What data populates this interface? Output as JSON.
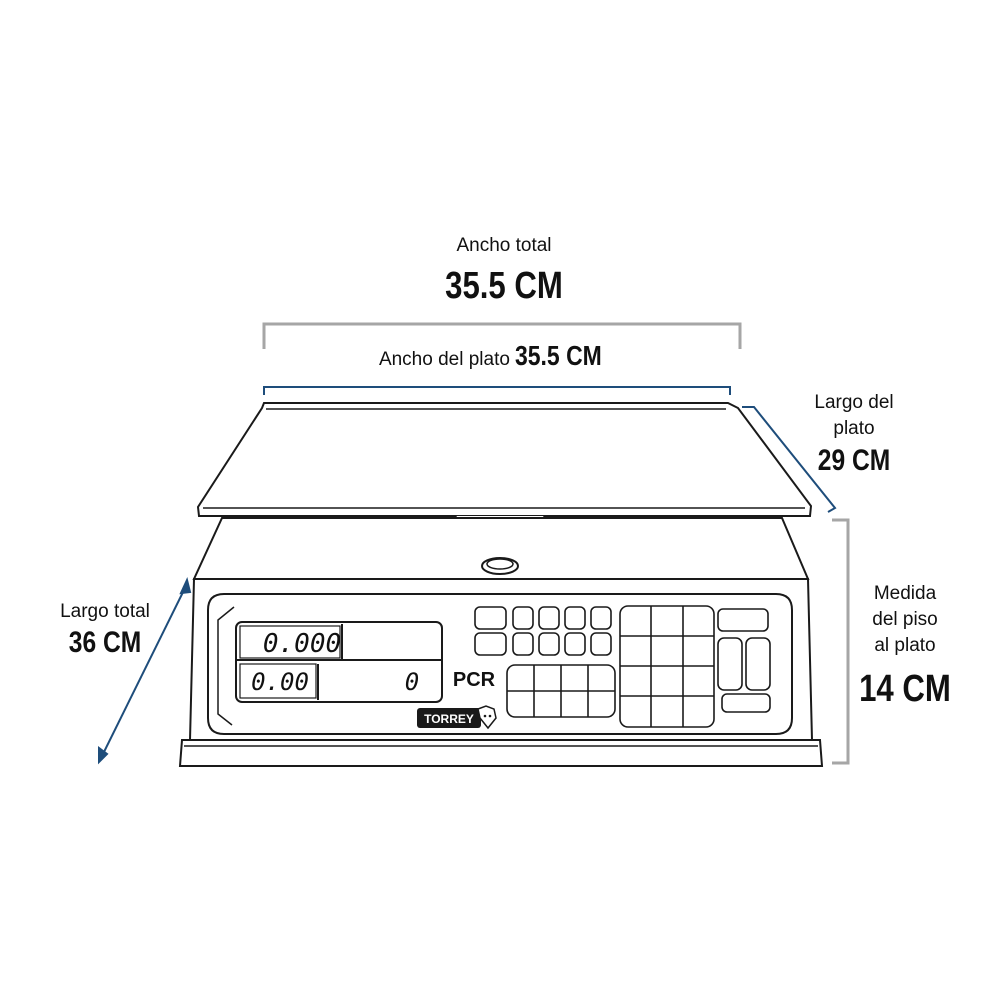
{
  "dimensions": {
    "total_width": {
      "label": "Ancho total",
      "value": "35.5 CM"
    },
    "plate_width": {
      "label": "Ancho del plato",
      "value": "35.5 CM"
    },
    "plate_length": {
      "label_line1": "Largo del",
      "label_line2": "plato",
      "value": "29 CM"
    },
    "total_length": {
      "label": "Largo total",
      "value": "36 CM"
    },
    "floor_to_plate": {
      "label_line1": "Medida",
      "label_line2": "del piso",
      "label_line3": "al plato",
      "value": "14 CM"
    }
  },
  "scale": {
    "display_weight": "0.000",
    "display_price": "0.00",
    "display_total": "0",
    "model": "PCR",
    "brand": "TORREY"
  },
  "colors": {
    "gray_bracket": "#a6a6a6",
    "blue_bracket": "#1e4d7b",
    "outline": "#1a1a1a"
  }
}
